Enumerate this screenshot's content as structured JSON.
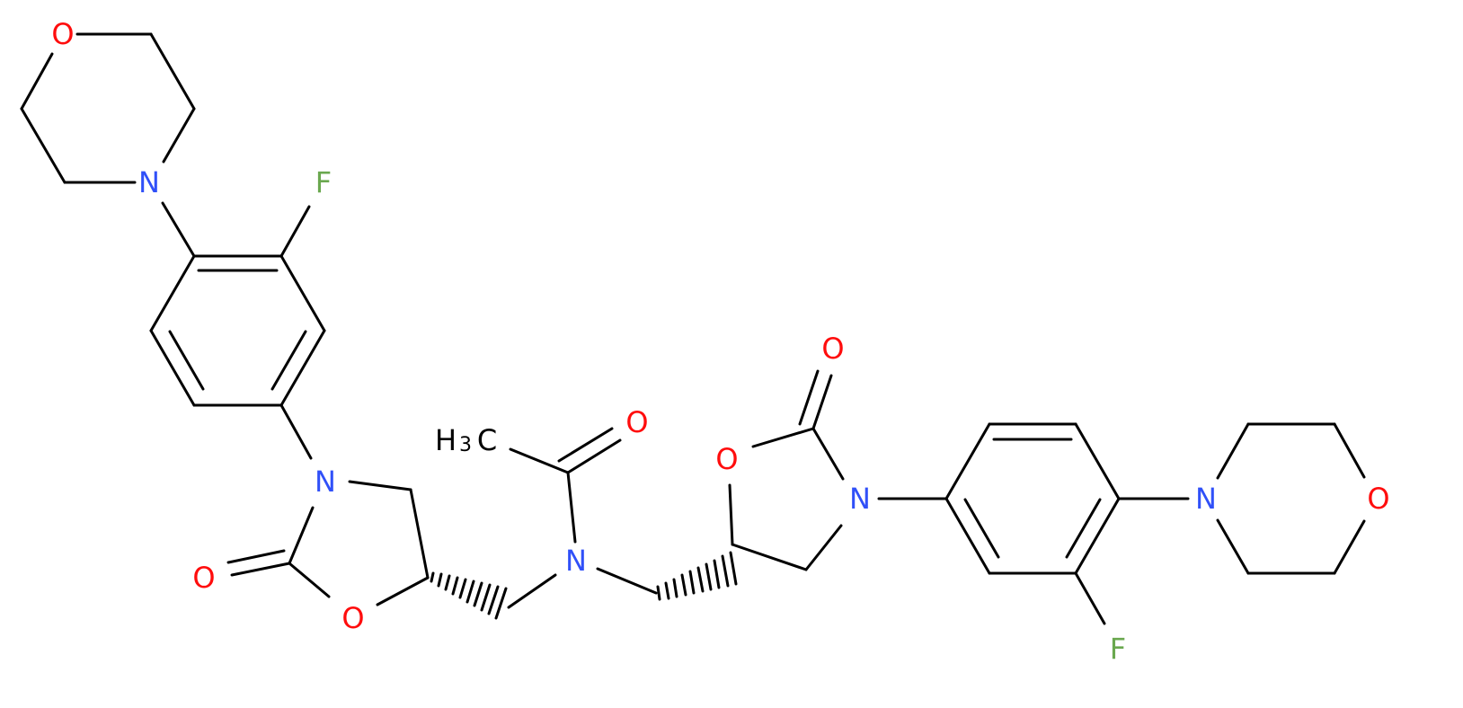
{
  "diagram": {
    "kind": "chemical-structure",
    "colors": {
      "bond": "#000000",
      "oxygen": "#ff0d0d",
      "nitrogen": "#3050f8",
      "fluorine": "#6aa84f",
      "carbon": "#000000",
      "background": "#ffffff"
    },
    "labels": {
      "left_morpholine_O": "O",
      "left_morpholine_N": "N",
      "left_F": "F",
      "left_oxazolidinone_N": "N",
      "left_carbonyl_O": "O",
      "left_ring_O": "O",
      "methyl_H": "H",
      "methyl_sub": "3",
      "methyl_C": "C",
      "acetyl_O": "O",
      "central_N": "N",
      "right_ring_O": "O",
      "right_carbonyl_O": "O",
      "right_oxazolidinone_N": "N",
      "right_morpholine_N": "N",
      "right_morpholine_O": "O",
      "right_F": "F"
    }
  }
}
